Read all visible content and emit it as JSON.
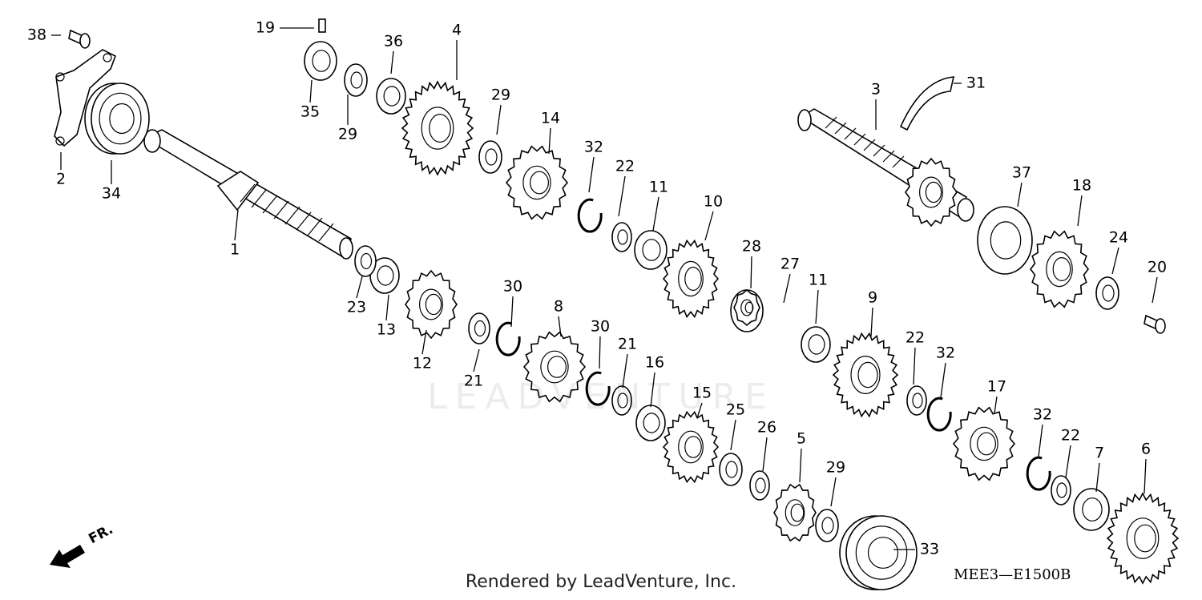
{
  "labels": [
    "38",
    "19",
    "36",
    "4",
    "31",
    "3",
    "2",
    "34",
    "35",
    "29",
    "29",
    "14",
    "32",
    "22",
    "11",
    "10",
    "37",
    "18",
    "24",
    "20",
    "1",
    "23",
    "13",
    "12",
    "30",
    "8",
    "30",
    "21",
    "21",
    "16",
    "28",
    "27",
    "11",
    "9",
    "22",
    "32",
    "15",
    "25",
    "26",
    "5",
    "29",
    "17",
    "32",
    "22",
    "7",
    "6",
    "33"
  ],
  "direction_label": "FR.",
  "footer": "Rendered by LeadVenture, Inc.",
  "diagram_code": "MEE3—E1500B",
  "watermark": "LEADVENTURE"
}
